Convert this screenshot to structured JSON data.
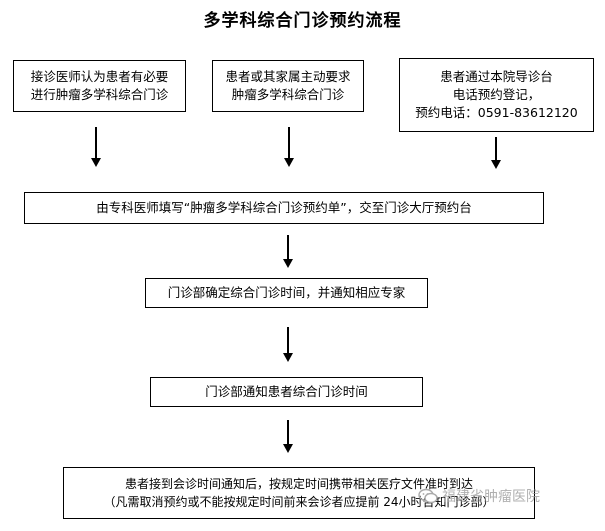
{
  "title": "多学科综合门诊预约流程",
  "boxes": {
    "referral_doctor": {
      "line1": "接诊医师认为患者有必要",
      "line2": "进行肿瘤多学科综合门诊"
    },
    "patient_request": {
      "line1": "患者或其家属主动要求",
      "line2": "肿瘤多学科综合门诊"
    },
    "phone_booking": {
      "line1": "患者通过本院导诊台",
      "line2": "电话预约登记，",
      "line3": "预约电话：0591-83612120"
    },
    "fill_form": {
      "line1": "由专科医师填写“肿瘤多学科综合门诊预约单”，交至门诊大厅预约台"
    },
    "confirm_time": {
      "line1": "门诊部确定综合门诊时间，并通知相应专家"
    },
    "notify_patient": {
      "line1": "门诊部通知患者综合门诊时间"
    },
    "arrive": {
      "line1": "患者接到会诊时间通知后，按规定时间携带相关医疗文件准时到达",
      "line2": "（凡需取消预约或不能按规定时间前来会诊者应提前 24小时告知门诊部）"
    }
  },
  "watermark": {
    "text": "福建省肿瘤医院"
  },
  "colors": {
    "border": "#000000",
    "text": "#000000",
    "watermark": "#999999"
  }
}
